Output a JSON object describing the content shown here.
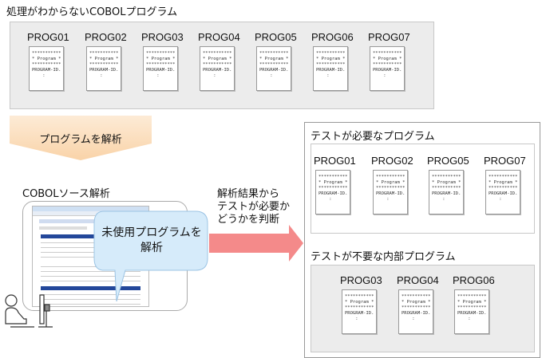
{
  "top": {
    "title": "処理がわからないCOBOLプログラム",
    "programs": [
      "PROG01",
      "PROG02",
      "PROG03",
      "PROG04",
      "PROG05",
      "PROG06",
      "PROG07"
    ]
  },
  "card_lines": [
    "***********",
    "* Program *",
    "***********",
    "PROGRAM-ID.",
    "    :"
  ],
  "step_arrow": {
    "label": "プログラムを解析",
    "color": "#fbe0c0"
  },
  "source": {
    "title": "COBOLソース解析",
    "callout": [
      "未使用プログラムを",
      "解析"
    ],
    "callout_color": "#d6ebfa"
  },
  "judge": {
    "lines": [
      "解析結果から",
      "テストが必要か",
      "どうかを判断"
    ],
    "arrow_color": "#f48a8a"
  },
  "needed": {
    "title": "テストが必要なプログラム",
    "programs": [
      "PROG01",
      "PROG02",
      "PROG05",
      "PROG07"
    ]
  },
  "unneeded": {
    "title": "テストが不要な内部プログラム",
    "programs": [
      "PROG03",
      "PROG04",
      "PROG06"
    ]
  }
}
